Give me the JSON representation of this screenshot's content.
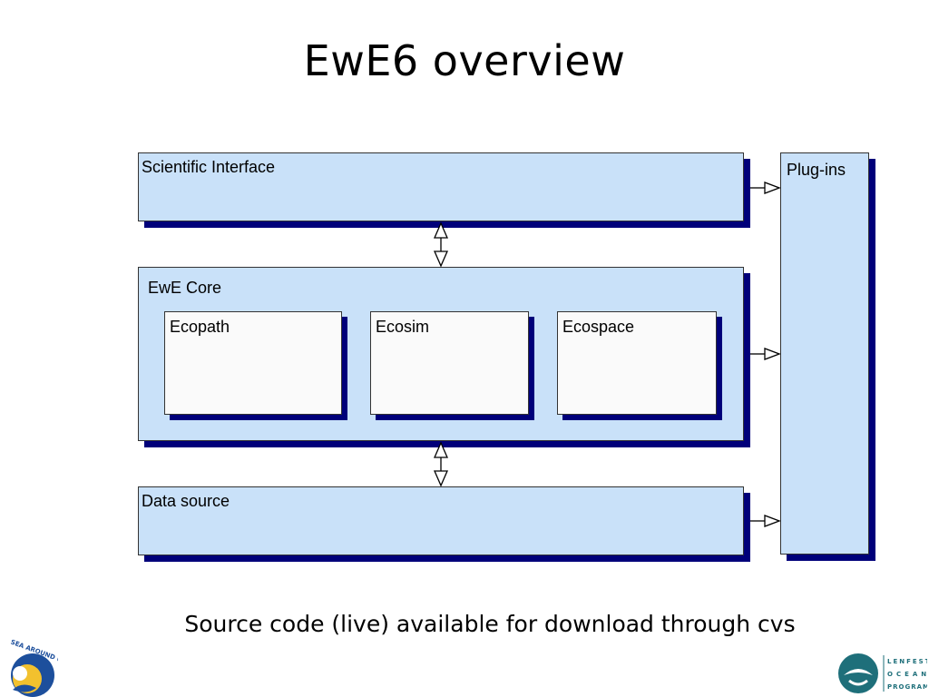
{
  "slide": {
    "title": "EwE6 overview",
    "caption": "Source code (live) available for download through cvs"
  },
  "diagram": {
    "scientific_interface": "Scientific Interface",
    "ewe_core": "EwE Core",
    "ecopath": "Ecopath",
    "ecosim": "Ecosim",
    "ecospace": "Ecospace",
    "data_source": "Data source",
    "plugins": "Plug-ins"
  },
  "logos": {
    "left": "SEA AROUND US PROJECT",
    "right": "LENFEST OCEAN PROGRAM"
  },
  "colors": {
    "box_fill": "#c9e1f9",
    "shadow": "#00007a",
    "inner_fill": "#fafafa",
    "logo_teal": "#1e6f7a",
    "logo_blue": "#1d4f9c",
    "logo_yellow": "#f2c12e"
  }
}
